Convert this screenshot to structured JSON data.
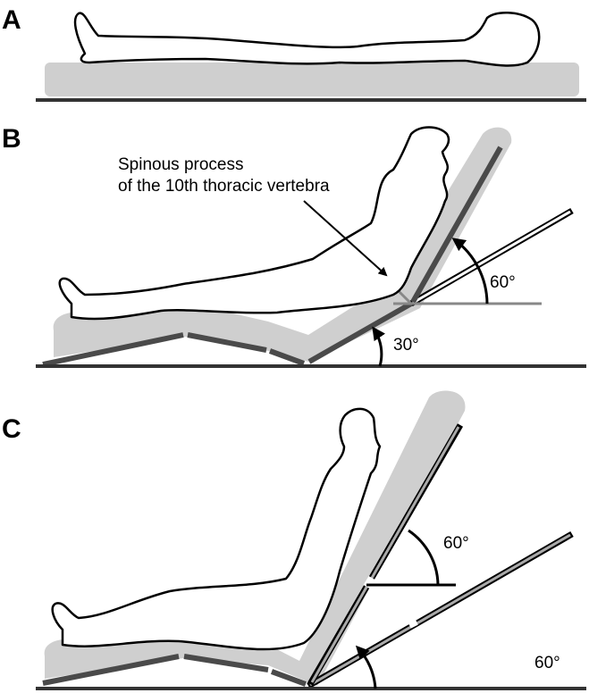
{
  "panels": [
    {
      "label": "A"
    },
    {
      "label": "B",
      "annotation": [
        "Spinous process",
        "of the 10th thoracic vertebra"
      ],
      "angles": [
        "60°",
        "30°"
      ]
    },
    {
      "label": "C",
      "angles": [
        "60°",
        "60°"
      ]
    }
  ],
  "colors": {
    "mattress": "#cfcfcf",
    "frame": "#4a4a4a",
    "line": "#000000"
  }
}
